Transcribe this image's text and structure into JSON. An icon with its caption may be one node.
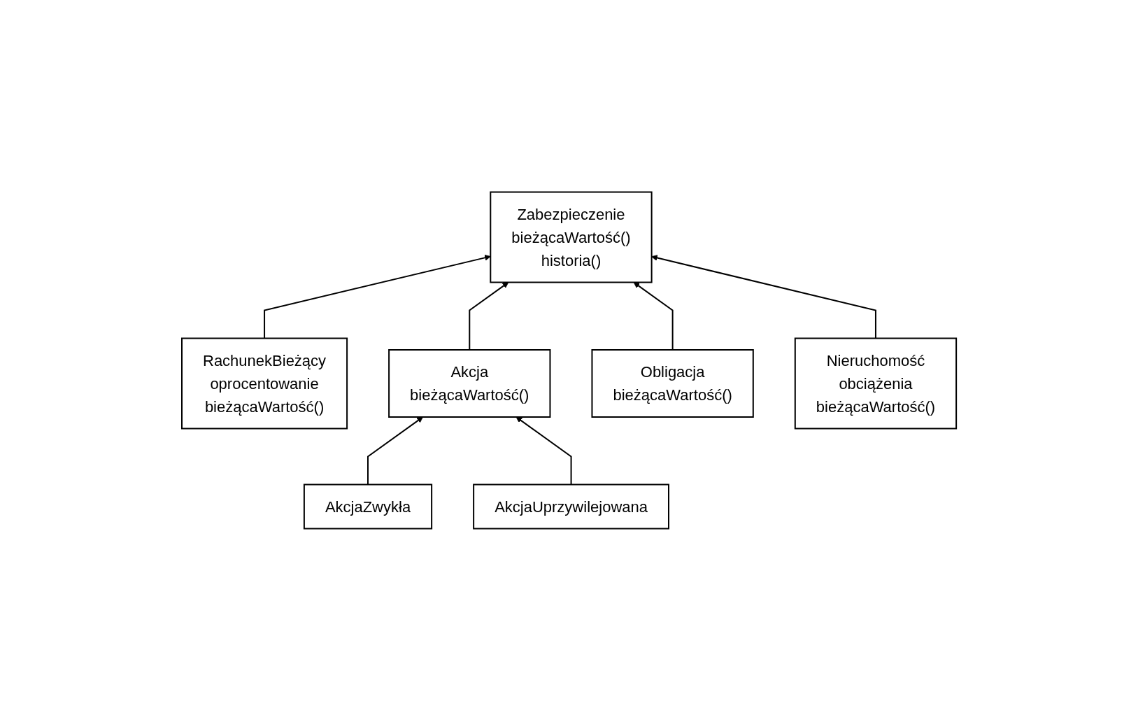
{
  "diagram": {
    "nodes": [
      {
        "text": [
          "Zabezpieczenie",
          "bieżącaWartość()",
          "historia()"
        ]
      },
      {
        "text": [
          "RachunekBieżący",
          "oprocentowanie",
          "bieżącaWartość()"
        ]
      },
      {
        "text": [
          "Akcja",
          "bieżącaWartość()"
        ]
      },
      {
        "text": [
          "Obligacja",
          "bieżącaWartość()"
        ]
      },
      {
        "text": [
          "Nieruchomość",
          "obciążenia",
          "bieżącaWartość()"
        ]
      },
      {
        "text": [
          "AkcjaZwykła"
        ]
      },
      {
        "text": [
          "AkcjaUprzywilejowana"
        ]
      }
    ],
    "edges": [
      {
        "from": 1,
        "to": 0,
        "arrow": "to"
      },
      {
        "from": 2,
        "to": 0,
        "arrow": "to"
      },
      {
        "from": 3,
        "to": 0,
        "arrow": "to"
      },
      {
        "from": 4,
        "to": 0,
        "arrow": "to"
      },
      {
        "from": 5,
        "to": 2,
        "arrow": "to"
      },
      {
        "from": 6,
        "to": 2,
        "arrow": "to"
      }
    ]
  }
}
